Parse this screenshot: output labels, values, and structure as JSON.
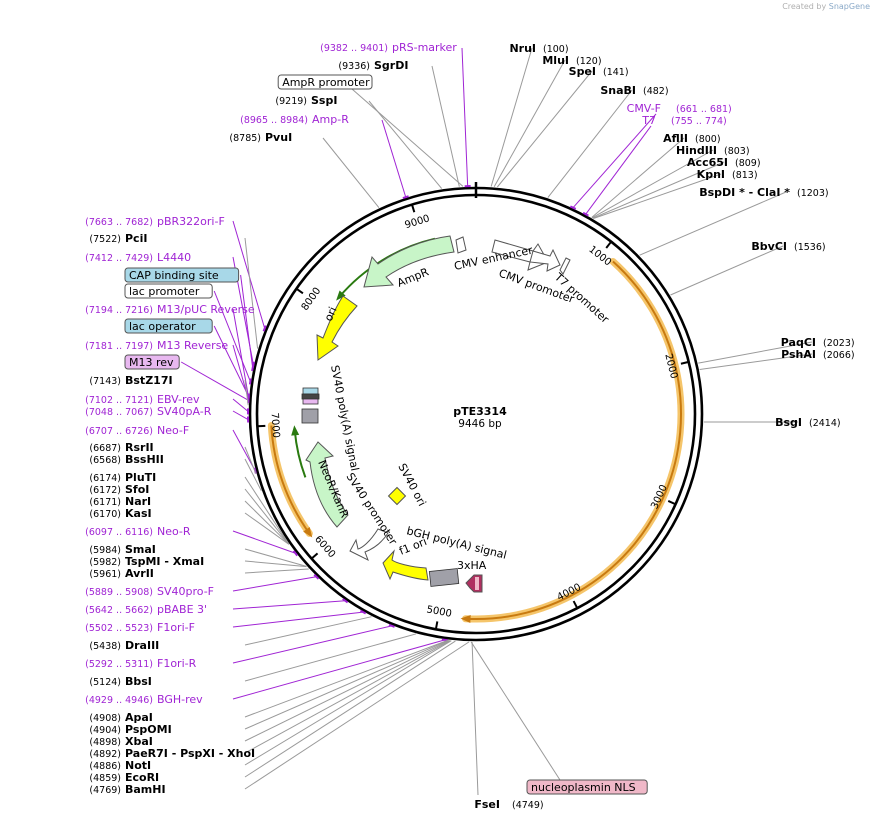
{
  "credit": {
    "prefix": "Created by",
    "brand": "SnapGene"
  },
  "plasmid": {
    "name": "pTE3314",
    "size": "9446 bp"
  },
  "ruler": [
    "1000",
    "2000",
    "3000",
    "4000",
    "5000",
    "6000",
    "7000",
    "8000",
    "9000"
  ],
  "enzymes_right": [
    {
      "name": "NruI",
      "pos": "(100)"
    },
    {
      "name": "MluI",
      "pos": "(120)"
    },
    {
      "name": "SpeI",
      "pos": "(141)"
    },
    {
      "name": "SnaBI",
      "pos": "(482)"
    },
    {
      "name": "AflII",
      "pos": "(800)"
    },
    {
      "name": "HindIII",
      "pos": "(803)"
    },
    {
      "name": "Acc65I",
      "pos": "(809)"
    },
    {
      "name": "KpnI",
      "pos": "(813)"
    },
    {
      "name": "BspDI * - ClaI *",
      "pos": "(1203)"
    },
    {
      "name": "BbvCI",
      "pos": "(1536)"
    },
    {
      "name": "PaqCI",
      "pos": "(2023)"
    },
    {
      "name": "PshAI",
      "pos": "(2066)"
    },
    {
      "name": "BsgI",
      "pos": "(2414)"
    }
  ],
  "primers_right": [
    {
      "name": "CMV-F",
      "pos": "(661 .. 681)"
    },
    {
      "name": "T7",
      "pos": "(755 .. 774)"
    }
  ],
  "top_left": [
    {
      "kind": "primer",
      "pos": "(9382 .. 9401)",
      "name": "pRS-marker"
    },
    {
      "kind": "enzyme",
      "pos": "(9336)",
      "name": "SgrDI"
    },
    {
      "kind": "box",
      "name": "AmpR promoter"
    },
    {
      "kind": "enzyme",
      "pos": "(9219)",
      "name": "SspI"
    },
    {
      "kind": "primer",
      "pos": "(8965 .. 8984)",
      "name": "Amp-R"
    },
    {
      "kind": "enzyme",
      "pos": "(8785)",
      "name": "PvuI"
    }
  ],
  "left": [
    {
      "kind": "primer",
      "pos": "(7663 .. 7682)",
      "name": "pBR322ori-F"
    },
    {
      "kind": "enzyme",
      "pos": "(7522)",
      "name": "PciI"
    },
    {
      "kind": "primer",
      "pos": "(7412 .. 7429)",
      "name": "L4440"
    },
    {
      "kind": "box",
      "name": "CAP binding site",
      "fill": "#a8d8e8"
    },
    {
      "kind": "box",
      "name": "lac promoter",
      "fill": "#ffffff"
    },
    {
      "kind": "primer",
      "pos": "(7194 .. 7216)",
      "name": "M13/pUC Reverse"
    },
    {
      "kind": "box",
      "name": "lac operator",
      "fill": "#a8d8e8"
    },
    {
      "kind": "primer",
      "pos": "(7181 .. 7197)",
      "name": "M13 Reverse"
    },
    {
      "kind": "box",
      "name": "M13 rev",
      "fill": "#e8b8f0"
    },
    {
      "kind": "enzyme",
      "pos": "(7143)",
      "name": "BstZ17I"
    },
    {
      "kind": "primer",
      "pos": "(7102 .. 7121)",
      "name": "EBV-rev"
    },
    {
      "kind": "primer",
      "pos": "(7048 .. 7067)",
      "name": "SV40pA-R"
    },
    {
      "kind": "primer",
      "pos": "(6707 .. 6726)",
      "name": "Neo-F"
    },
    {
      "kind": "enzyme",
      "pos": "(6687)",
      "name": "RsrII"
    },
    {
      "kind": "enzyme",
      "pos": "(6568)",
      "name": "BssHII"
    },
    {
      "kind": "enzyme",
      "pos": "(6174)",
      "name": "PluTI"
    },
    {
      "kind": "enzyme",
      "pos": "(6172)",
      "name": "SfoI"
    },
    {
      "kind": "enzyme",
      "pos": "(6171)",
      "name": "NarI"
    },
    {
      "kind": "enzyme",
      "pos": "(6170)",
      "name": "KasI"
    },
    {
      "kind": "primer",
      "pos": "(6097 .. 6116)",
      "name": "Neo-R"
    },
    {
      "kind": "enzyme",
      "pos": "(5984)",
      "name": "SmaI"
    },
    {
      "kind": "enzyme",
      "pos": "(5982)",
      "name": "TspMI  - XmaI"
    },
    {
      "kind": "enzyme",
      "pos": "(5961)",
      "name": "AvrII"
    },
    {
      "kind": "primer",
      "pos": "(5889 .. 5908)",
      "name": "SV40pro-F"
    },
    {
      "kind": "primer",
      "pos": "(5642 .. 5662)",
      "name": "pBABE 3'"
    },
    {
      "kind": "primer",
      "pos": "(5502 .. 5523)",
      "name": "F1ori-F"
    },
    {
      "kind": "enzyme",
      "pos": "(5438)",
      "name": "DraIII"
    },
    {
      "kind": "primer",
      "pos": "(5292 .. 5311)",
      "name": "F1ori-R"
    },
    {
      "kind": "enzyme",
      "pos": "(5124)",
      "name": "BbsI"
    },
    {
      "kind": "primer",
      "pos": "(4929 .. 4946)",
      "name": "BGH-rev"
    },
    {
      "kind": "enzyme",
      "pos": "(4908)",
      "name": "ApaI"
    },
    {
      "kind": "enzyme",
      "pos": "(4904)",
      "name": "PspOMI"
    },
    {
      "kind": "enzyme",
      "pos": "(4898)",
      "name": "XbaI"
    },
    {
      "kind": "enzyme",
      "pos": "(4892)",
      "name": "PaeR7I  - PspXI  - XhoI"
    },
    {
      "kind": "enzyme",
      "pos": "(4886)",
      "name": "NotI"
    },
    {
      "kind": "enzyme",
      "pos": "(4859)",
      "name": "EcoRI"
    },
    {
      "kind": "enzyme",
      "pos": "(4769)",
      "name": "BamHI"
    }
  ],
  "bottom": [
    {
      "kind": "enzyme",
      "name": "FseI",
      "pos": "(4749)"
    },
    {
      "kind": "box",
      "name": "nucleoplasmin NLS",
      "fill": "#f0b8c8"
    }
  ],
  "features": [
    {
      "name": "CMV enhancer"
    },
    {
      "name": "CMV promoter"
    },
    {
      "name": "T7 promoter"
    },
    {
      "name": "AmpR"
    },
    {
      "name": "ori"
    },
    {
      "name": "SV40 poly(A) signal"
    },
    {
      "name": "NeoR/KanR"
    },
    {
      "name": "SV40 promoter"
    },
    {
      "name": "SV40 ori"
    },
    {
      "name": "bGH poly(A) signal"
    },
    {
      "name": "f1 ori"
    },
    {
      "name": "3xHA"
    }
  ],
  "colors": {
    "backbone": "#000000",
    "enzyme_line": "#9a9a9a",
    "primer": "#a024d4",
    "orf_highlight": "#f5c56a",
    "orf_arrow": "#c87a10",
    "ampr": "#c8f5c8",
    "ori": "#ffff00",
    "promoter": "#ffffff",
    "polyA": "#a0a0a8",
    "ha": "#b03060"
  }
}
